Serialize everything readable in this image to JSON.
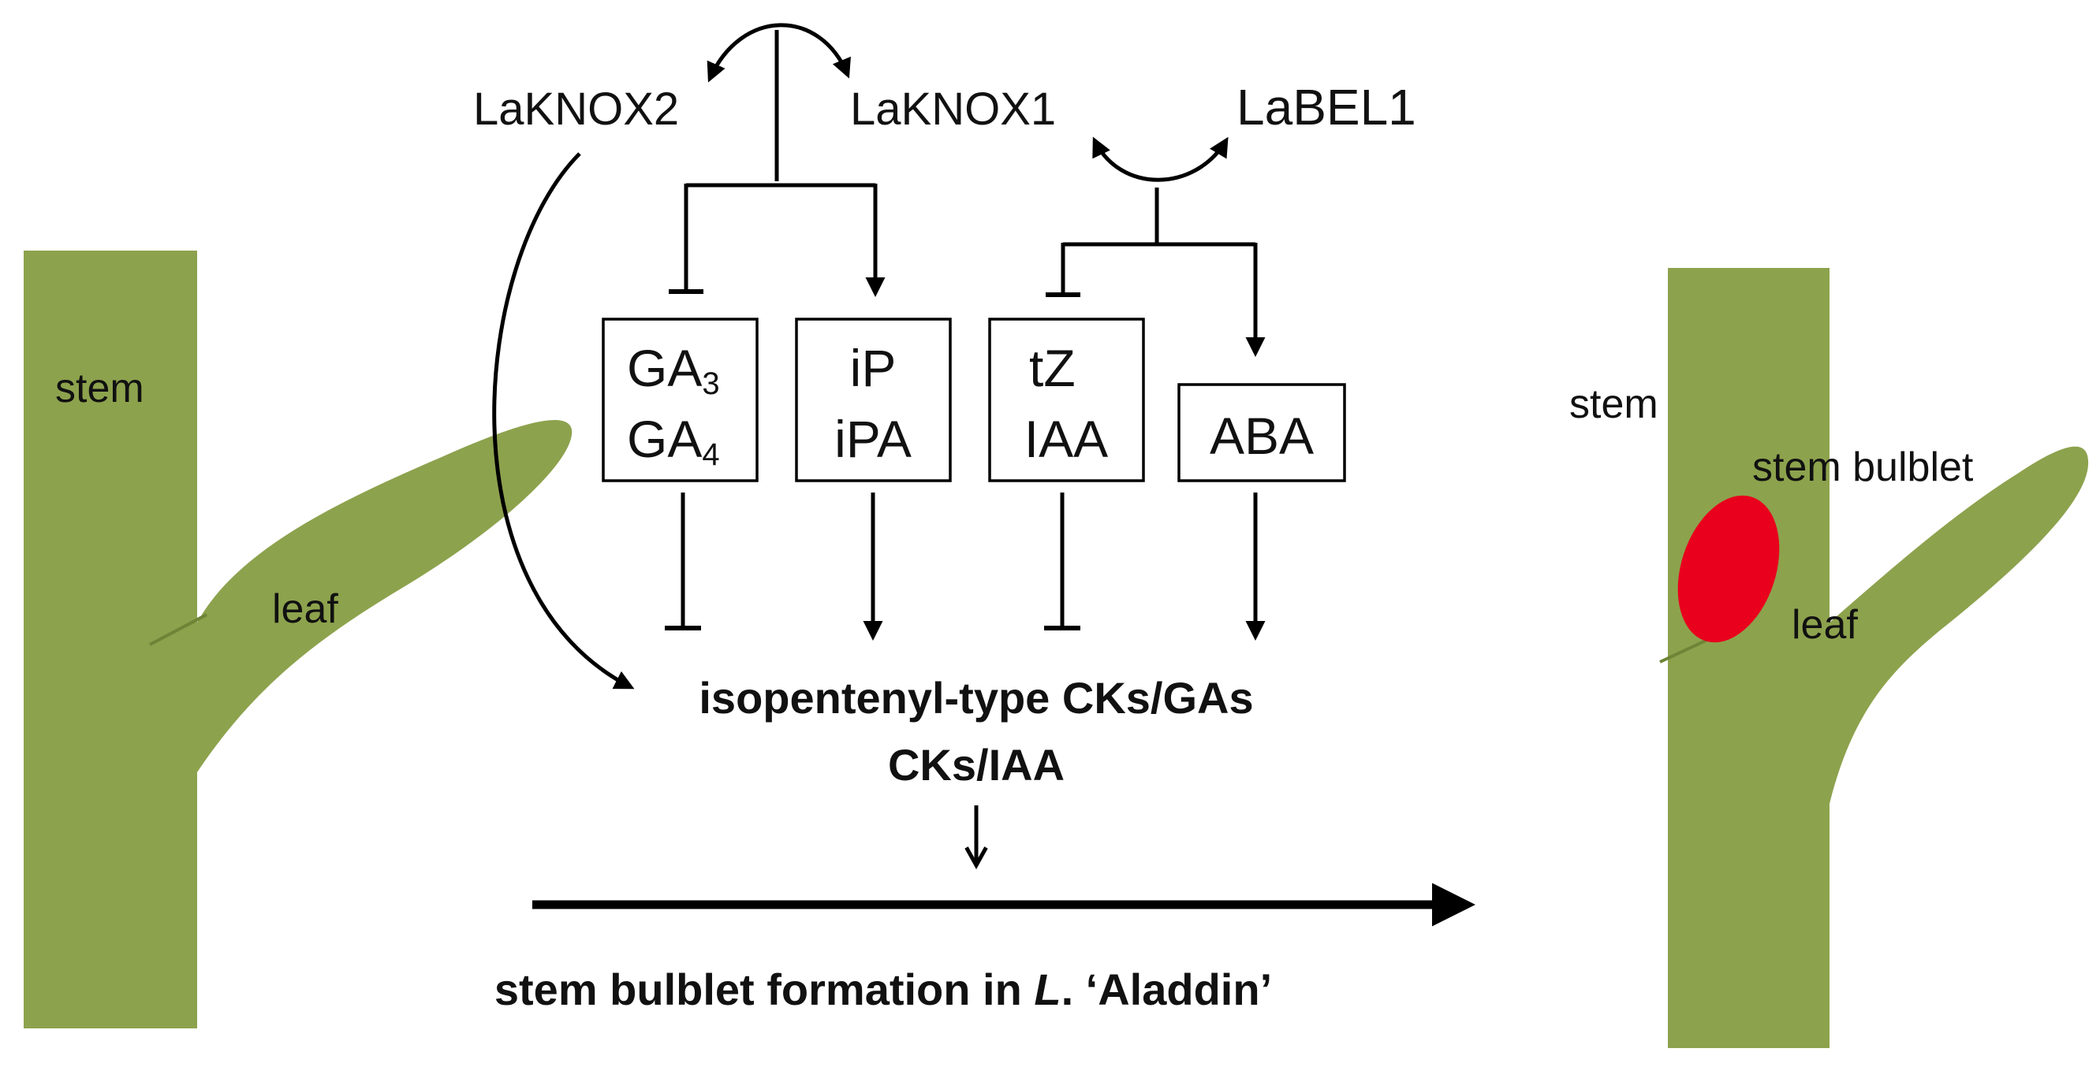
{
  "colors": {
    "plant_green": "#8da24d",
    "bulblet_red": "#e8001c",
    "line": "#000000"
  },
  "left_plant": {
    "stem_label": "stem",
    "leaf_label": "leaf"
  },
  "right_plant": {
    "stem_label": "stem",
    "leaf_label": "leaf",
    "bulblet_label": "stem bulblet"
  },
  "genes": {
    "knox2": "LaKNOX2",
    "knox1": "LaKNOX1",
    "bel1": "LaBEL1"
  },
  "hormone_boxes": {
    "ga": {
      "line1": "GA",
      "line1_sub": "3",
      "line2": "GA",
      "line2_sub": "4"
    },
    "ip": {
      "line1": "iP",
      "line2": "iPA"
    },
    "tz": {
      "line1": "tZ",
      "line2": "IAA"
    },
    "aba": {
      "line1": "ABA"
    }
  },
  "outcomes": {
    "line1": "isopentenyl-type CKs/GAs",
    "line2": "CKs/IAA"
  },
  "caption": {
    "prefix": "stem bulblet formation in ",
    "italic": "L",
    "suffix": ". ‘Aladdin’"
  }
}
